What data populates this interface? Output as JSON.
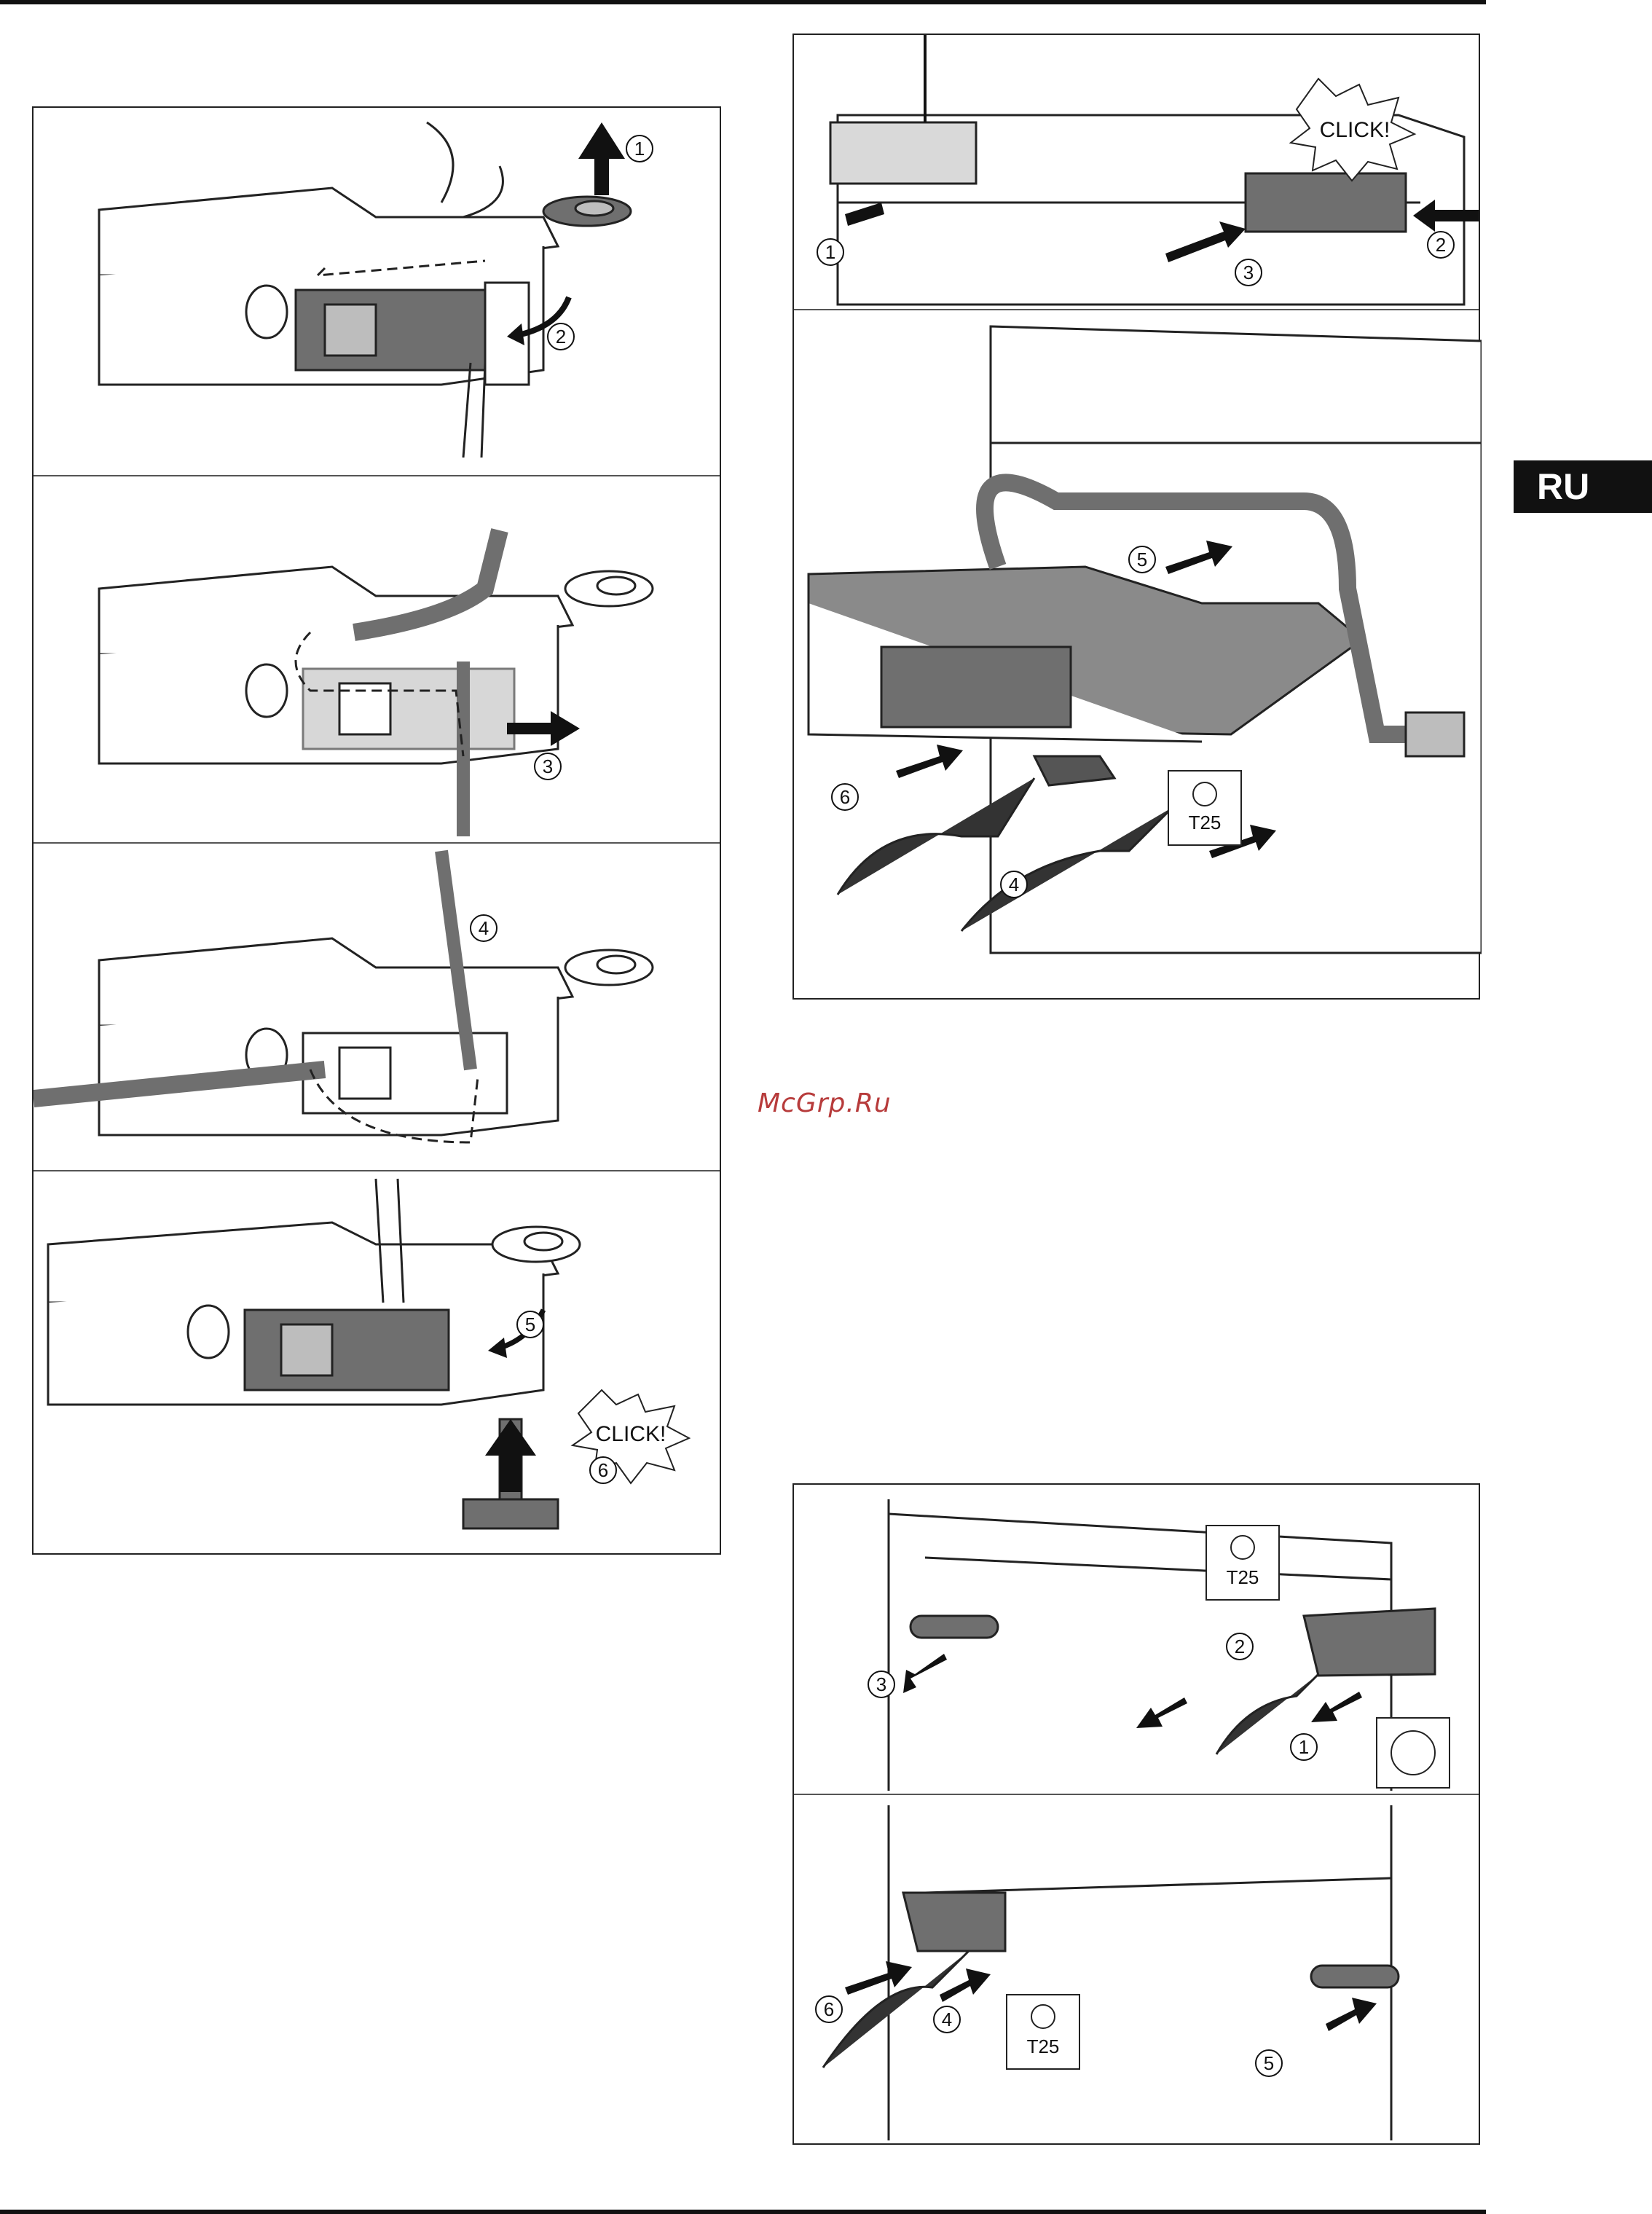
{
  "language_tab": "RU",
  "watermark": "McGrp.Ru",
  "left_figure": {
    "steps": [
      {
        "number": "1"
      },
      {
        "number": "2"
      },
      {
        "number": "3"
      },
      {
        "number": "4"
      },
      {
        "number": "5"
      },
      {
        "number": "6",
        "callout": "CLICK!"
      }
    ]
  },
  "top_right_figure": {
    "callout": "CLICK!",
    "numbers": [
      "1",
      "2",
      "3",
      "4",
      "5",
      "6"
    ],
    "tool_label": "T25"
  },
  "bottom_right_figure": {
    "numbers": [
      "1",
      "2",
      "3",
      "4",
      "5",
      "6"
    ],
    "tool_label_top": "T25",
    "tool_label_bottom": "T25"
  },
  "colors": {
    "dark_part": "#6f6f6f",
    "light_part": "#bdbdbd",
    "line": "#222222"
  }
}
